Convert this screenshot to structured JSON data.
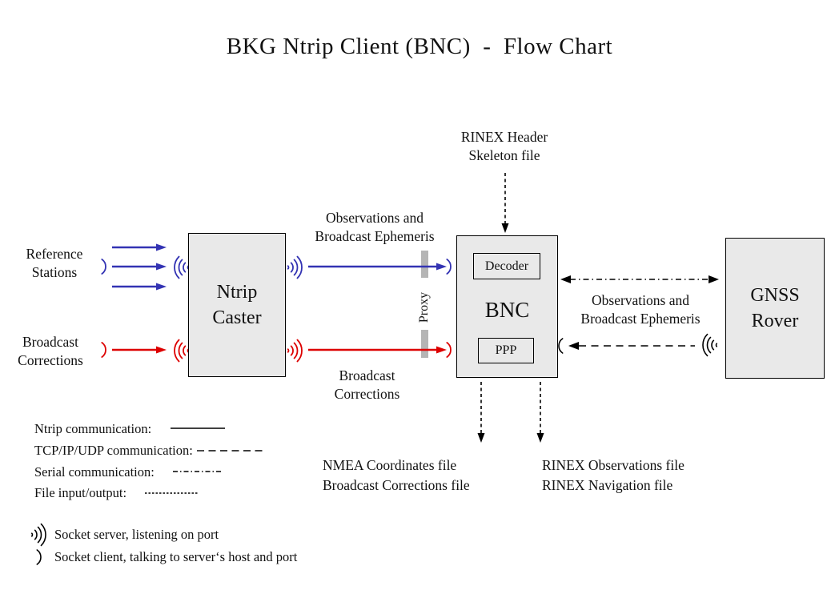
{
  "title": "BKG Ntrip Client (BNC)  -  Flow Chart",
  "colors": {
    "blue": "#3333b3",
    "red": "#dd0000",
    "box_fill": "#e9e9e9",
    "proxy_bar": "#b5b5b5"
  },
  "nodes": {
    "ntrip_caster": "Ntrip\nCaster",
    "bnc": "BNC",
    "decoder": "Decoder",
    "ppp": "PPP",
    "gnss_rover": "GNSS\nRover"
  },
  "labels": {
    "reference_stations": "Reference\nStations",
    "broadcast_corrections_left": "Broadcast\nCorrections",
    "obs_ephemeris_mid": "Observations and\nBroadcast Ephemeris",
    "broadcast_corrections_mid": "Broadcast\nCorrections",
    "rinex_header_skeleton": "RINEX Header\nSkeleton file",
    "proxy": "Proxy",
    "obs_ephemeris_right": "Observations and\nBroadcast Ephemeris",
    "nmea_output": "NMEA Coordinates file\nBroadcast Corrections file",
    "rinex_output": "RINEX Observations file\nRINEX Navigation file"
  },
  "legend": {
    "items": [
      {
        "label": "Ntrip communication:",
        "style": "solid"
      },
      {
        "label": "TCP/IP/UDP communication:",
        "style": "dashed"
      },
      {
        "label": "Serial communication:",
        "style": "dashdot"
      },
      {
        "label": "File input/output:",
        "style": "dotted"
      }
    ],
    "socket_server": "Socket server, listening on port",
    "socket_client": "Socket client, talking to server‘s host and port"
  }
}
